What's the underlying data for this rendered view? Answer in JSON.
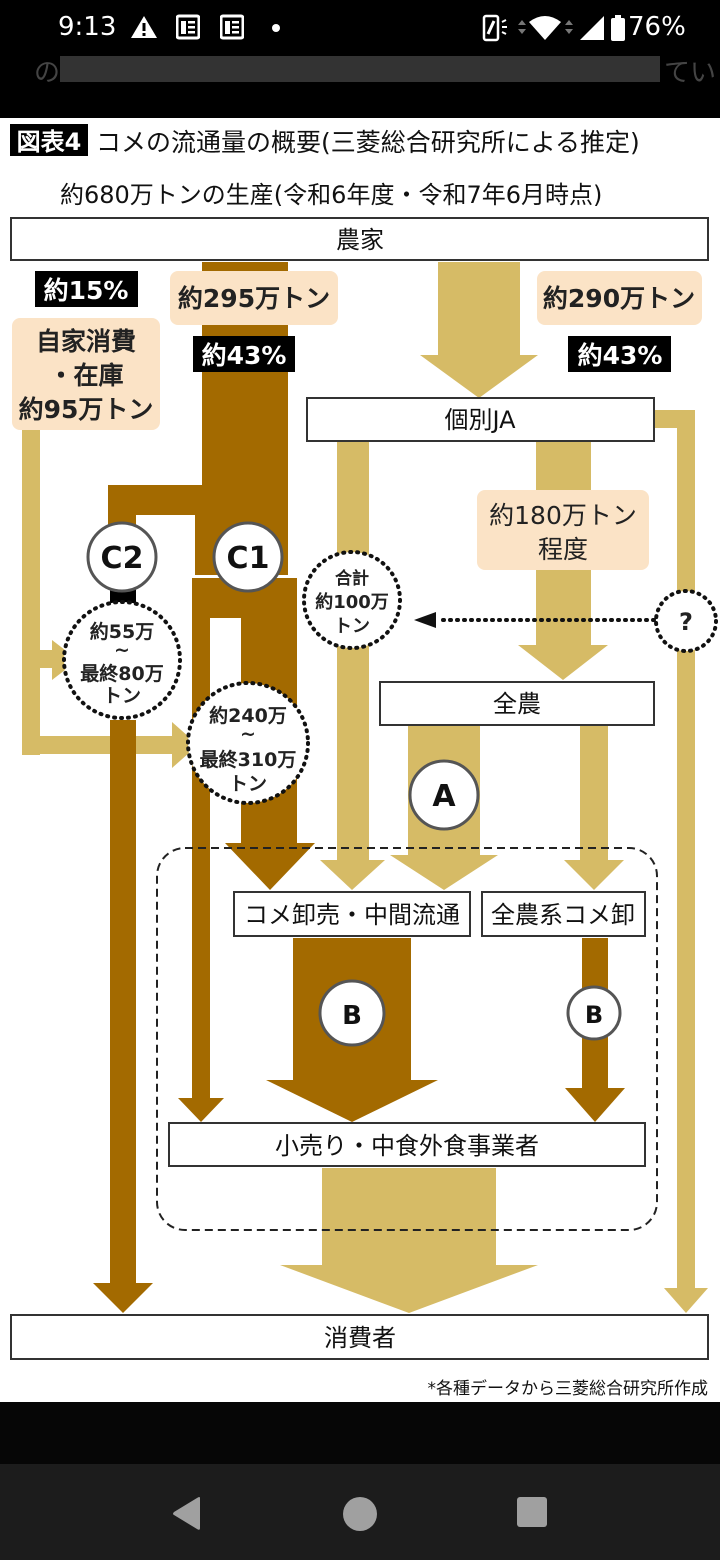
{
  "status_bar": {
    "time": "9:13",
    "battery_percent": "76%",
    "left_icons": [
      "warning-icon",
      "news-icon",
      "news-icon",
      "dot-icon"
    ],
    "right_icons": [
      "vibrate-icon",
      "wifi-icon",
      "signal-icon",
      "battery-icon"
    ]
  },
  "background_article": {
    "left_text": "の",
    "right_text": "てい"
  },
  "figure": {
    "badge": "図表4",
    "title": "コメの流通量の概要(三菱総合研究所による推定)",
    "subtitle": "約680万トンの生産(令和6年度・令和7年6月時点)",
    "footnote": "*各種データから三菱総合研究所作成",
    "colors": {
      "dark_flow": "#a36a00",
      "light_flow": "#d6bb66",
      "label_bg": "#fbe3c6",
      "badge_bg": "#000000"
    },
    "nodes": {
      "farmers": "農家",
      "individual_ja": "個別JA",
      "zennoh": "全農",
      "wholesale": "コメ卸売・中間流通",
      "zennoh_wholesale": "全農系コメ卸",
      "retail": "小売り・中食外食事業者",
      "consumers": "消費者"
    },
    "labels": {
      "self_pct": "約15%",
      "self_line1": "自家消費",
      "self_line2": "・在庫",
      "self_line3": "約95万トン",
      "direct_amount": "約295万トン",
      "direct_pct": "約43%",
      "ja_amount": "約290万トン",
      "ja_pct": "約43%",
      "zennoh_amount_line1": "約180万トン",
      "zennoh_amount_line2": "程度",
      "c2_line1": "約55万",
      "c2_line2": "~",
      "c2_line3": "最終80万",
      "c2_line4": "トン",
      "c1_line1": "約240万",
      "c1_line2": "~",
      "c1_line3": "最終310万",
      "c1_line4": "トン",
      "total_line1": "合計",
      "total_line2": "約100万",
      "total_line3": "トン",
      "unknown": "?"
    },
    "markers": {
      "c2": "C2",
      "c1": "C1",
      "a": "A",
      "b": "B"
    }
  },
  "nav_bar": {
    "buttons": [
      "back",
      "home",
      "recents"
    ]
  }
}
